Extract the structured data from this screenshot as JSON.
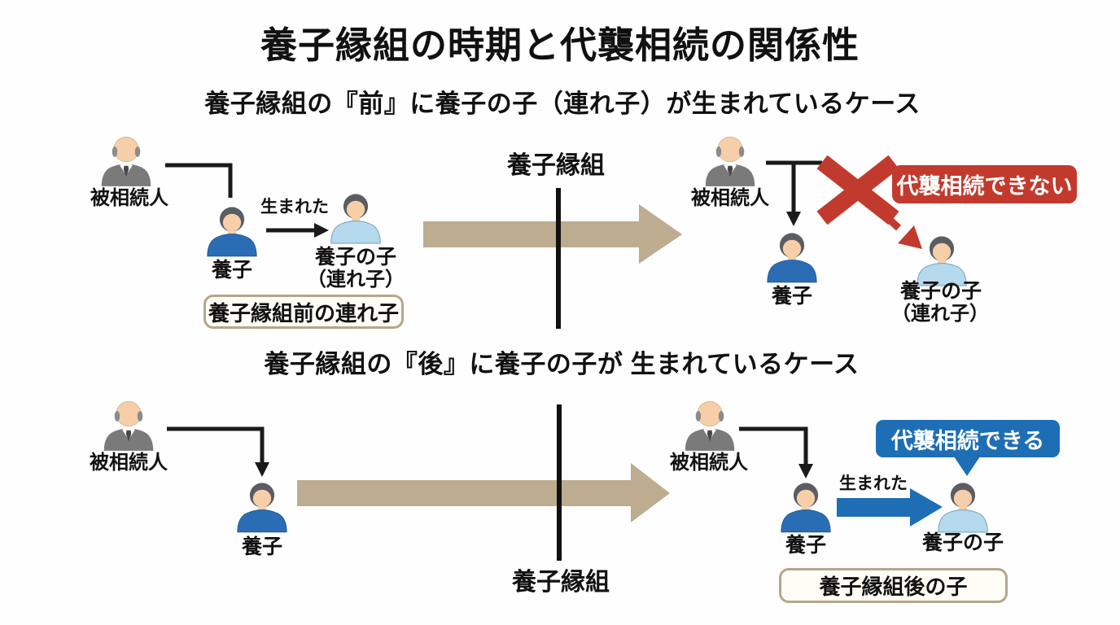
{
  "title": "養子縁組の時期と代襲相続の関係性",
  "labels": {
    "decedent": "被相続人",
    "adopted": "養子"
  },
  "case1": {
    "heading": "養子縁組の『前』に養子の子（連れ子）が生まれているケース",
    "event_label": "養子縁組",
    "born_label": "生まれた",
    "grandchild_line1": "養子の子",
    "grandchild_line2": "（連れ子）",
    "note_box": "養子縁組前の連れ子",
    "result_badge": "代襲相続できない"
  },
  "case2": {
    "heading": "養子縁組の『後』に養子の子が 生まれているケース",
    "event_label": "養子縁組",
    "born_label": "生まれた",
    "grandchild_label": "養子の子",
    "note_box": "養子縁組後の子",
    "result_bubble": "代襲相続できる"
  },
  "icons": {
    "decedent": "elder-person-icon",
    "adopted": "adult-person-icon",
    "grandchild": "child-person-icon",
    "denied": "red-cross-icon",
    "timeline": "tan-right-arrow-icon"
  },
  "colors": {
    "tan": "#bdac90",
    "red": "#c23a2e",
    "blue": "#1e6eb5",
    "line": "#1a1a1a",
    "skin": "#f6cfa9",
    "hair": "#5a5e63",
    "suit": "#7a7a7a",
    "shirt-adult": "#2a6db4",
    "shirt-child": "#b5d9ed",
    "note-border": "#b3a78c",
    "note-bg": "#fffdf6"
  }
}
